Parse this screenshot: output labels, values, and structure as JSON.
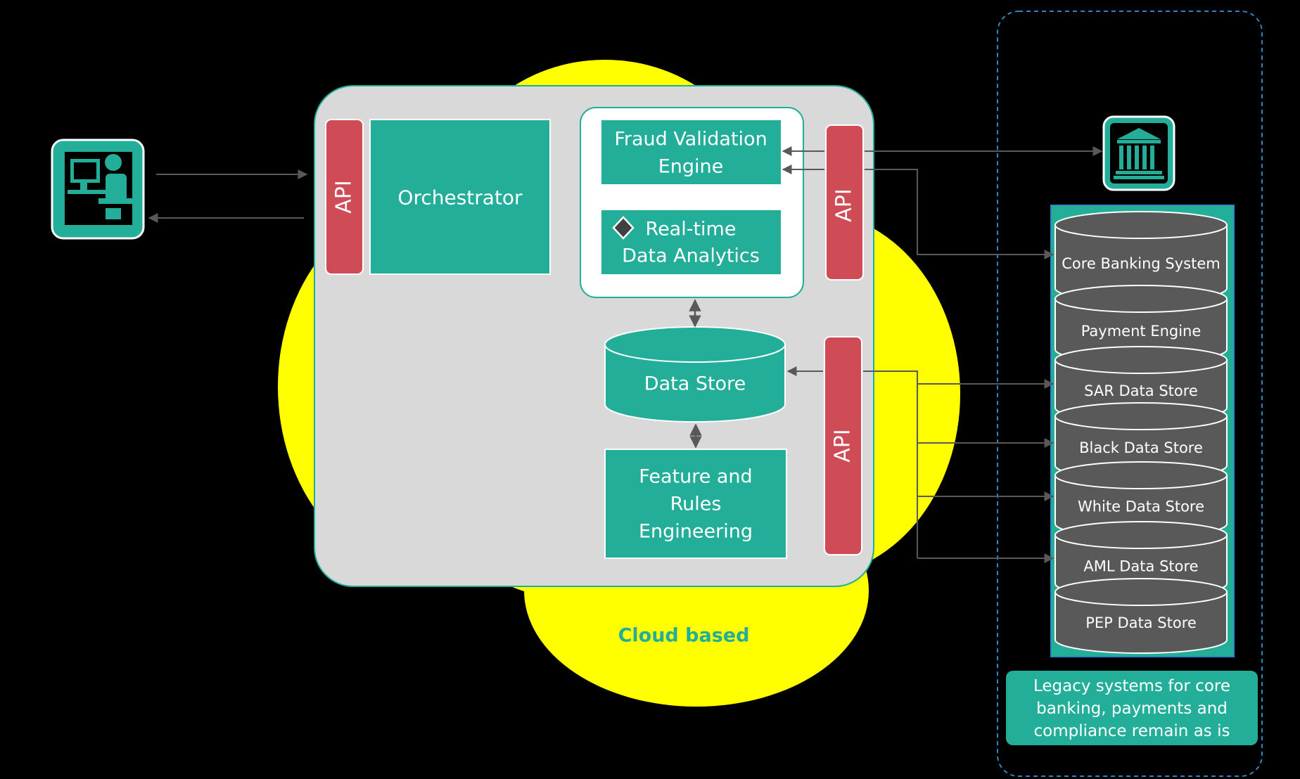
{
  "colors": {
    "background": "#000000",
    "cloud": "#ffff00",
    "panel": "#d9d9d9",
    "teal": "#22ae98",
    "api_red": "#cf4b55",
    "cylinder_gray": "#595959",
    "arrow": "#595959",
    "cloud_label": "#22ae98"
  },
  "user": {
    "icon": "user-at-computer-icon"
  },
  "bank": {
    "icon": "bank-building-icon"
  },
  "api_left": {
    "label": "API"
  },
  "api_right_top": {
    "label": "API"
  },
  "api_right_bottom": {
    "label": "API"
  },
  "orchestrator": {
    "label": "Orchestrator"
  },
  "fraud_validation_engine": {
    "lines": [
      "Fraud Validation",
      "Engine"
    ]
  },
  "realtime_analytics": {
    "lines": [
      "Real-time",
      "Data Analytics"
    ],
    "icon": "diamond-icon"
  },
  "data_store": {
    "label": "Data Store"
  },
  "feature_rules": {
    "lines": [
      "Feature and",
      "Rules",
      "Engineering"
    ]
  },
  "cloud_label": "Cloud based",
  "legacy_stores": [
    "Core Banking System",
    "Payment Engine",
    "SAR Data Store",
    "Black Data Store",
    "White Data Store",
    "AML Data Store",
    "PEP Data Store"
  ],
  "legacy_caption": {
    "lines": [
      "Legacy systems for core",
      "banking, payments and",
      "compliance remain as is"
    ]
  }
}
